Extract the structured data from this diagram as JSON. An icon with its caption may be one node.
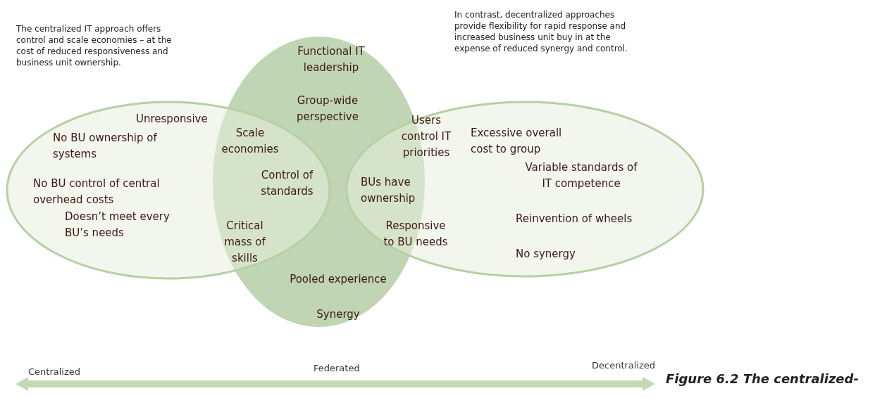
{
  "diagram": {
    "caption": "Figure 6.2 The centralized-",
    "nodes": [
      {
        "text": [
          "Unresponsive",
          "No BU ownership of systems",
          "No BU control of central overhead costs",
          "Doesn’t meet every BU’s needs"
        ]
      },
      {
        "text": [
          "Functional IT leadership",
          "Group-wide perspective",
          "Pooled experience",
          "Synergy"
        ]
      },
      {
        "text": [
          "Excessive overall cost to group",
          "Variable standards of IT competence",
          "Reinvention of wheels",
          "No synergy"
        ]
      }
    ],
    "edges": [],
    "labels": [
      "The centralized IT approach offers control and scale economies – at the cost of reduced responsiveness and business unit ownership.",
      "In contrast, decentralized approaches provide flexibility for rapid response and increased business unit buy in at the expense of reduced synergy and control.",
      "Scale economies",
      "Users control IT priorities",
      "Control of standards",
      "BUs have ownership",
      "Critical mass of skills",
      "Responsive to BU needs",
      "Centralized",
      "Federated",
      "Decentralized"
    ]
  }
}
